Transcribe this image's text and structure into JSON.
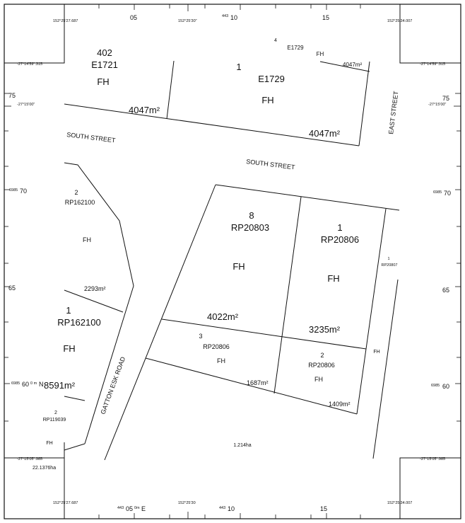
{
  "grid_labels": {
    "top_05": "05",
    "top_10": "10",
    "top_443": "443",
    "top_15": "15",
    "bottom_05": "05",
    "bottom_443": "443",
    "bottom_0m": "0m",
    "bottom_E": "E",
    "bottom_10": "10",
    "bottom_443b": "443",
    "bottom_15": "15",
    "left_75": "75",
    "left_70": "70",
    "left_6985_70": "6985",
    "left_65": "65",
    "left_6985_60": "6985",
    "left_60": "60",
    "left_0m": "0 m",
    "left_N": "N",
    "right_75": "75",
    "right_6985_70": "6985",
    "right_70": "70",
    "right_65": "65",
    "right_6985_60": "6985",
    "right_60": "60"
  },
  "coordinates": {
    "top_left_lon": "152°25'27.687",
    "top_mid_lon": "152°25'30\"",
    "top_right_lon": "152°25'34.007",
    "bottom_left_lon": "152°25'27.687",
    "bottom_mid_lon": "152°25'30",
    "bottom_right_lon": "152°25'34.007",
    "left_top_lat": "-27°14'59\".315",
    "left_lat_15": "-27°15'00\"",
    "left_bottom_lat": "-27°15'05\".985",
    "right_top_lat": "-27°14'59\".315",
    "right_lat_15": "-27°15'00\"",
    "right_bottom_lat": "-27°15'05\".985"
  },
  "streets": {
    "south_street_1": "SOUTH STREET",
    "south_street_2": "SOUTH STREET",
    "east_street": "EAST STREET",
    "gatton_esk_road": "GATTON ESK ROAD"
  },
  "parcels": {
    "p402": {
      "lot": "402",
      "plan": "E1721",
      "tenure": "FH",
      "area": "4047m²"
    },
    "p1_e1729": {
      "lot": "1",
      "plan": "E1729",
      "tenure": "FH",
      "area": "4047m²"
    },
    "p4_e1729": {
      "lot": "4",
      "plan": "E1729",
      "tenure": "FH",
      "area": "4047m²"
    },
    "p2_rp162100": {
      "lot": "2",
      "plan": "RP162100",
      "tenure": "FH",
      "area": "2293m²"
    },
    "p1_rp162100": {
      "lot": "1",
      "plan": "RP162100",
      "tenure": "FH",
      "area": "8591m²"
    },
    "p2_rp119039": {
      "lot": "2",
      "plan": "RP119039",
      "tenure": "FH",
      "area": "22.1376ha"
    },
    "p8_rp20803": {
      "lot": "8",
      "plan": "RP20803",
      "tenure": "FH",
      "area": "4022m²"
    },
    "p1_rp20806": {
      "lot": "1",
      "plan": "RP20806",
      "tenure": "FH",
      "area": "3235m²"
    },
    "p1_rp20807": {
      "lot": "1",
      "plan": "RP20807",
      "tenure": "FH"
    },
    "p3_rp20806": {
      "lot": "3",
      "plan": "RP20806",
      "tenure": "FH",
      "area": "1687m²"
    },
    "p2_rp20806": {
      "lot": "2",
      "plan": "RP20806",
      "tenure": "FH",
      "area": "1409m²"
    },
    "bottom_area": "1.214ha"
  }
}
